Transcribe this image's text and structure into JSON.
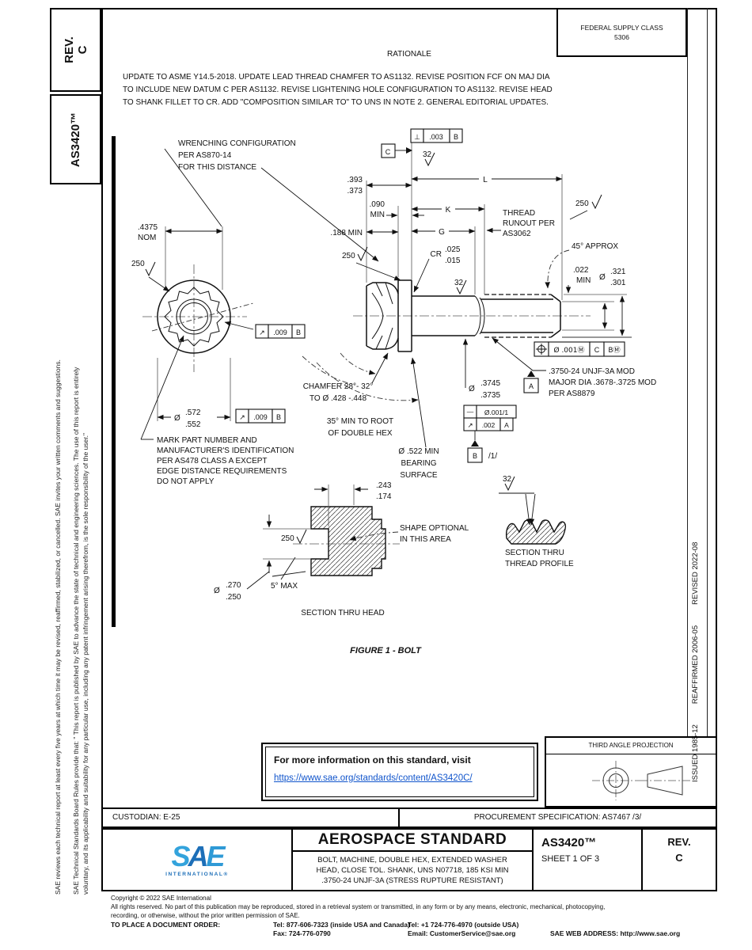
{
  "colors": {
    "accent": "#1D6FB8",
    "logo_light": "#33A3DC",
    "logo_mid": "#2F9AD6",
    "link": "#1155CC"
  },
  "sidebar": {
    "rev_line1": "REV.",
    "rev_line2": "C",
    "doc_number": "AS3420™",
    "legal1_line1": "SAE Technical Standards Board Rules provide that: \" This report is published by SAE to advance the state of technical and engineering sciences. The use of this report is entirely",
    "legal1_line2": "voluntary, and its applicability and suitability for any particular use, including any patent infringement arising therefrom, is the sole responsibility of the user.\"",
    "legal2": "SAE reviews each technical report at least every five years at which time it may be revised, reaffirmed, stabilized, or cancelled. SAE invites your written comments and suggestions."
  },
  "fsc": {
    "line1": "FEDERAL SUPPLY CLASS",
    "line2": "5306"
  },
  "rationale": {
    "title": "RATIONALE",
    "line1": "UPDATE TO ASME Y14.5-2018. UPDATE LEAD THREAD CHAMFER TO AS1132. REVISE POSITION FCF ON MAJ DIA",
    "line2": "TO INCLUDE NEW DATUM C PER AS1132. REVISE LIGHTENING HOLE CONFIGURATION TO AS1132. REVISE HEAD",
    "line3": "TO SHANK FILLET TO CR. ADD \"COMPOSITION SIMILAR TO\" TO UNS IN NOTE 2. GENERAL EDITORIAL UPDATES."
  },
  "history": {
    "issued": "ISSUED 1985-12",
    "reaffirmed": "REAFFIRMED 2006-05",
    "revised": "REVISED 2022-08"
  },
  "figure": {
    "caption": "FIGURE 1 - BOLT",
    "labels": {
      "wrench1": "WRENCHING CONFIGURATION",
      "wrench2": "PER AS870-14",
      "wrench3": "FOR THIS DISTANCE",
      "dim4375": ".4375",
      "nom": "NOM",
      "finish250": "250",
      "finish32": "32",
      "dim393": ".393",
      "dim373": ".373",
      "dim090": ".090",
      "min": "MIN",
      "dim188": ".188 MIN",
      "dimL": "L",
      "dimK": "K",
      "dimG": "G",
      "runout1": "THREAD",
      "runout2": "RUNOUT PER",
      "runout3": "AS3062",
      "deg45": "45° APPROX",
      "dim022": ".022",
      "dia": "Ø",
      "dim321": ".321",
      "dim301": ".301",
      "cr": "CR",
      "dim025": ".025",
      "dim015": ".015",
      "thread_note1": ".3750-24 UNJF-3A MOD",
      "thread_note2": "MAJOR DIA .3678-.3725 MOD",
      "thread_note3": "PER AS8879",
      "dim3745": ".3745",
      "dim3735": ".3735",
      "chamfer1": "CHAMFER 28°- 32°",
      "chamfer2": "TO Ø .428 -.448",
      "hex1": "35° MIN TO ROOT",
      "hex2": "OF DOUBLE HEX",
      "bearing1": "Ø .522 MIN",
      "bearing2": "BEARING",
      "bearing3": "SURFACE",
      "dim572": ".572",
      "dim552": ".552",
      "mark": [
        "MARK PART NUMBER AND",
        "MANUFACTURER'S IDENTIFICATION",
        "PER AS478 CLASS A EXCEPT",
        "EDGE DISTANCE REQUIREMENTS",
        "DO NOT APPLY"
      ],
      "dim243": ".243",
      "dim174": ".174",
      "shape1": "SHAPE OPTIONAL",
      "shape2": "IN THIS AREA",
      "deg5": "5° MAX",
      "dim270": ".270",
      "dim250": ".250",
      "sec_head": "SECTION THRU HEAD",
      "sec_thread1": "SECTION THRU",
      "sec_thread2": "THREAD PROFILE",
      "note_flag": "/1/"
    },
    "fcf": {
      "perp_sym": "⊥",
      "perp_tol": ".003",
      "runout_sym": "↗",
      "runout_tol": ".009",
      "pos_tol": "Ø .001Ⓜ",
      "pos_d1": "C",
      "pos_d2": "BⓂ",
      "straight_sym": "—",
      "straight_tol": "Ø.001/1",
      "runout2_tol": ".002",
      "datum_a": "A",
      "datum_b": "B",
      "datum_c": "C"
    }
  },
  "info_box": {
    "line1": "For more information on this standard, visit",
    "link": "https://www.sae.org/standards/content/AS3420C/"
  },
  "projection": {
    "title": "THIRD ANGLE PROJECTION"
  },
  "custodian_row": {
    "custodian": "CUSTODIAN: E-25",
    "procurement": "PROCUREMENT SPECIFICATION: AS7467 /3/"
  },
  "title_block": {
    "logo_s": "S",
    "logo_a": "A",
    "logo_e": "E",
    "logo_sub": "INTERNATIONAL®",
    "heading": "AEROSPACE STANDARD",
    "subtitle1": "BOLT, MACHINE, DOUBLE HEX, EXTENDED WASHER",
    "subtitle2": "HEAD, CLOSE TOL. SHANK, UNS N07718, 185 KSI MIN",
    "subtitle3": ".3750-24 UNJF-3A (STRESS RUPTURE RESISTANT)",
    "doc_number": "AS3420™",
    "sheet": "SHEET 1 OF 3",
    "rev_label": "REV.",
    "rev_value": "C"
  },
  "footer": {
    "copyright": "Copyright © 2022 SAE International",
    "rights1": "All rights reserved. No part of this publication may be reproduced, stored in a retrieval system or transmitted, in any form or by any means, electronic, mechanical, photocopying,",
    "rights2": "recording, or otherwise, without the prior written permission of SAE.",
    "order_label": "TO PLACE A DOCUMENT ORDER:",
    "tel_inside": "Tel: 877-606-7323 (inside USA and Canada)",
    "tel_outside": "Tel: +1 724-776-4970 (outside USA)",
    "fax": "Fax: 724-776-0790",
    "email": "Email: CustomerService@sae.org",
    "web": "SAE WEB ADDRESS: http://www.sae.org"
  }
}
